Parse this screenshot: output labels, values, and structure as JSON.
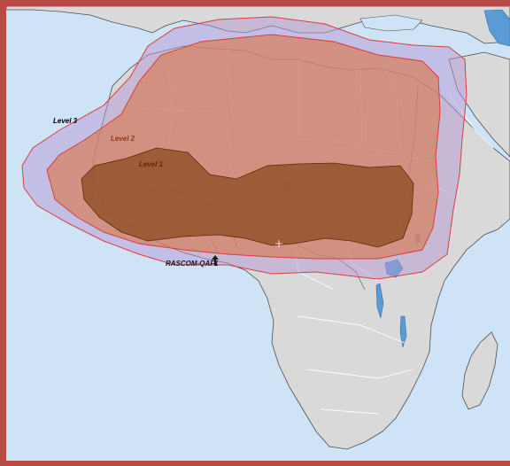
{
  "map": {
    "colors": {
      "ocean": "#cfe3f7",
      "land": "#d9d9d9",
      "coast": "#4d4d4d",
      "border": "#ffffff",
      "frame": "#b94a45",
      "lake": "#5b9bd5",
      "level3": "#b59ad4",
      "level2": "#d97a52",
      "level1": "#8b4a1f",
      "contour": "#e03a3a"
    },
    "zones": [
      {
        "label": "Level 3",
        "color": "#1a1a1a"
      },
      {
        "label": "Level 2",
        "color": "#8b3a1a"
      },
      {
        "label": "Level 1",
        "color": "#5a2a0a"
      }
    ],
    "satellite": {
      "label": "RASCOM-QAF1",
      "marker_icon": "arrow-up-icon"
    }
  }
}
